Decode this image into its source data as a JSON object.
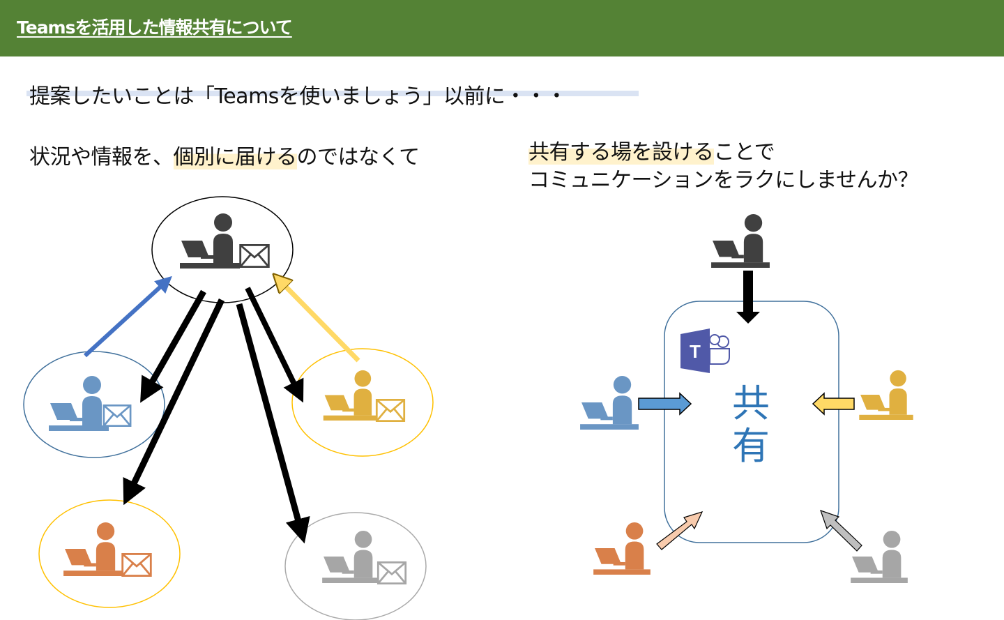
{
  "header": {
    "title": "Teamsを活用した情報共有について"
  },
  "intro": {
    "text": "提案したいことは「Teamsを使いましょう」以前に・・・"
  },
  "left_caption": {
    "before": "状況や情報を、",
    "highlight": "個別に届ける",
    "after": "のではなくて"
  },
  "right_caption": {
    "line1_highlight": "共有する場を設ける",
    "line1_after": "ことで",
    "line2": "コミュニケーションをラクにしませんか？"
  },
  "diagram": {
    "share_label_1": "共",
    "share_label_2": "有",
    "teams_logo_letter": "T",
    "colors": {
      "header": "#548235",
      "dark": "#404040",
      "blue": "#6a96c4",
      "yellow": "#e0b040",
      "orange": "#d9804a",
      "gray": "#a6a6a6",
      "teams": "#5059a8",
      "share_text": "#2e75b6"
    }
  }
}
